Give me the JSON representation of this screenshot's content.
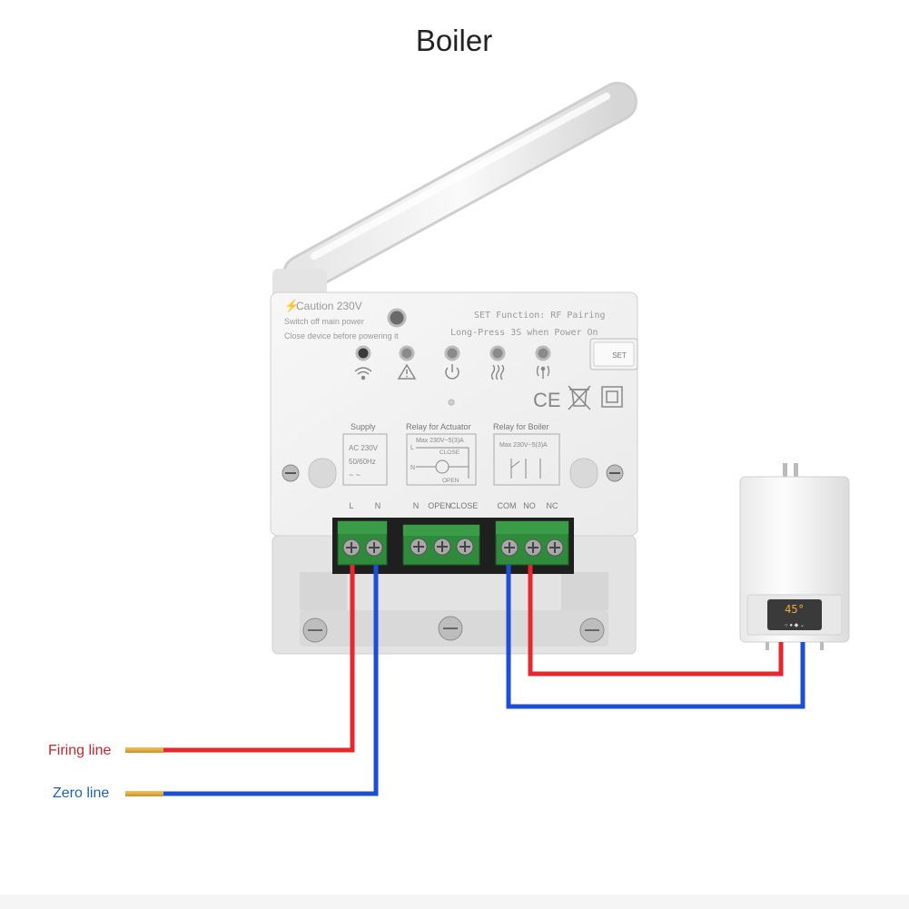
{
  "title": "Boiler",
  "device": {
    "caution_title": "Caution 230V",
    "caution_line1": "Switch off main power",
    "caution_line2": "Close device before powering it",
    "set_function_line1": "SET Function: RF Pairing",
    "set_function_line2": "Long-Press 3S when Power On",
    "set_button": "SET",
    "ce_mark": "CE",
    "supply": {
      "heading": "Supply",
      "line1": "AC 230V",
      "line2": "50/60Hz",
      "terminals": [
        "L",
        "N"
      ]
    },
    "relay_actuator": {
      "heading": "Relay for Actuator",
      "rating": "Max 230V~5(3)A",
      "close": "CLOSE",
      "open": "OPEN",
      "l_mark": "L",
      "n_mark": "N",
      "terminals": [
        "N",
        "OPEN",
        "CLOSE"
      ]
    },
    "relay_boiler": {
      "heading": "Relay for Boiler",
      "rating": "Max 230V~5(3)A",
      "terminals": [
        "COM",
        "NO",
        "NC"
      ]
    }
  },
  "boiler_display": "45°",
  "wires": {
    "firing_line": "Firing line",
    "zero_line": "Zero line"
  },
  "colors": {
    "live_wire": "#e8262e",
    "neutral_wire": "#1d4fd6",
    "terminal_green": "#2f8a3c",
    "firing_label": "#c8262e",
    "zero_label": "#1b63b5"
  }
}
